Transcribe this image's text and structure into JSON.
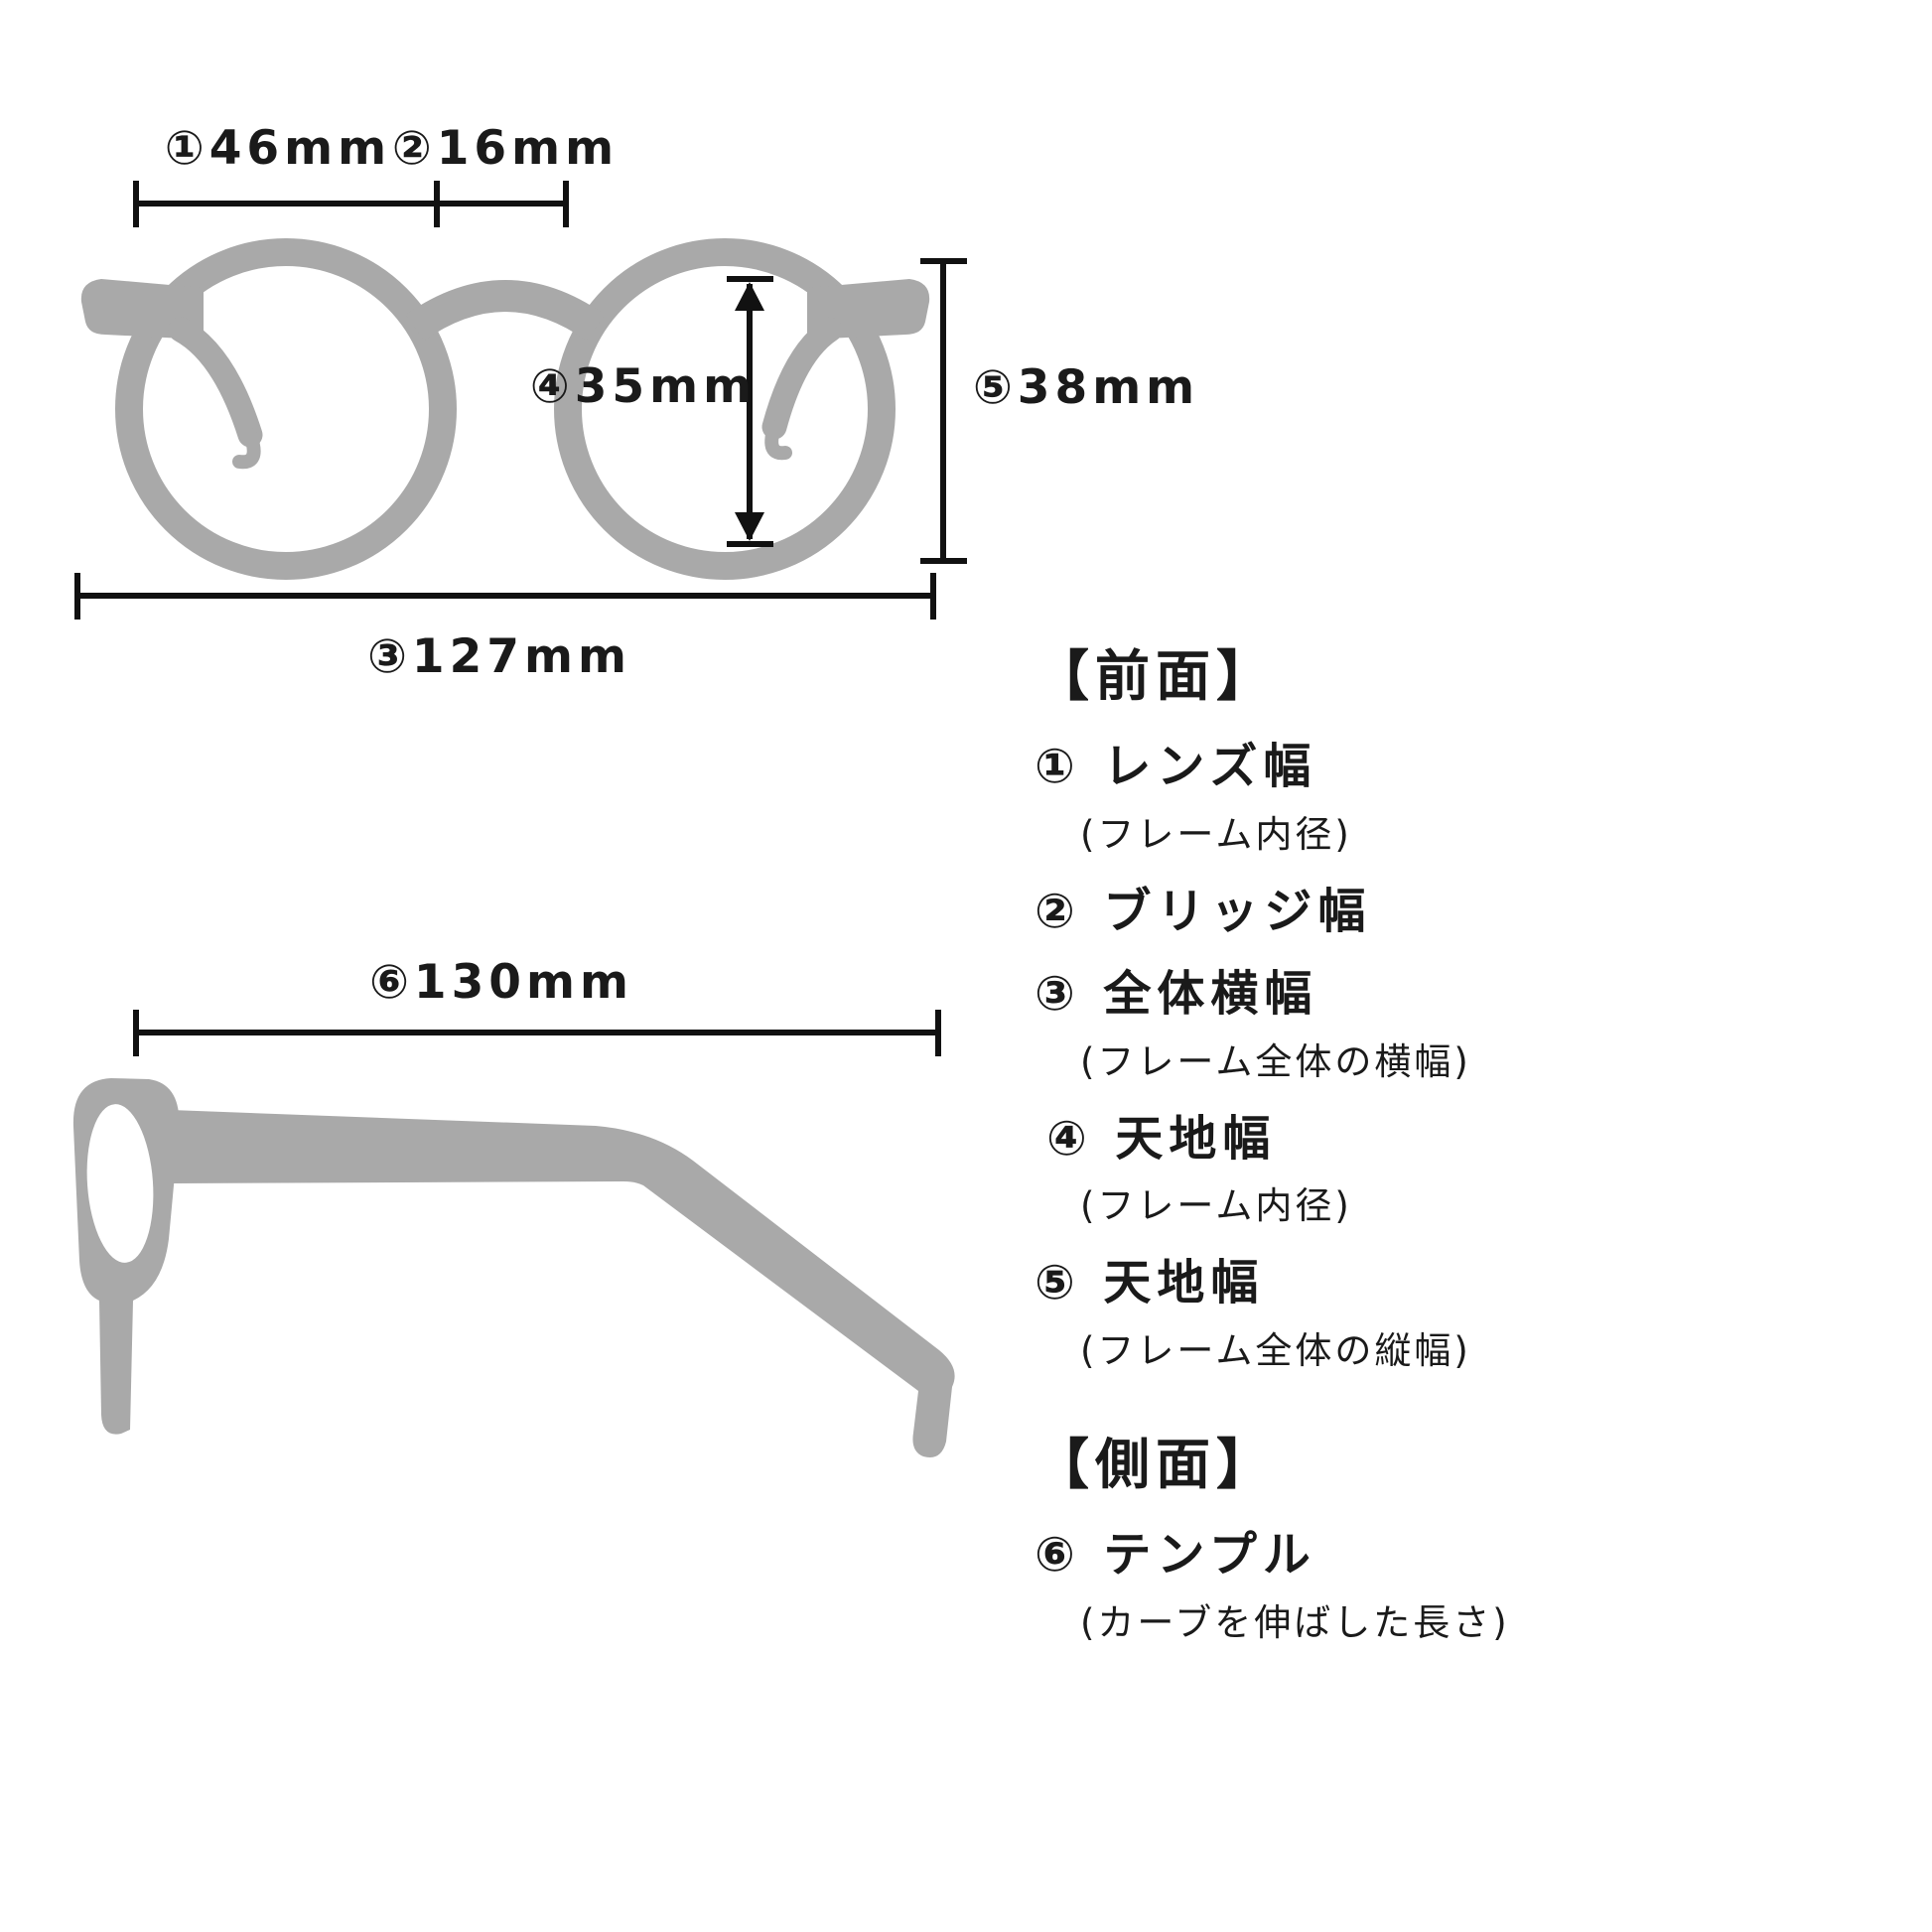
{
  "colors": {
    "background": "#ffffff",
    "silhouette": "#a9a9a9",
    "line": "#111111",
    "text": "#1a1a1a"
  },
  "front_view": {
    "lens_width_label": "①46mm",
    "bridge_width_label": "②16mm",
    "total_width_label": "③127mm",
    "lens_height_label": "④35mm",
    "frame_height_label": "⑤38mm"
  },
  "side_view": {
    "temple_length_label": "⑥130mm"
  },
  "legend": {
    "front_section_header": "【前面】",
    "front_items": [
      {
        "label": "① レンズ幅",
        "note": "(フレーム内径)"
      },
      {
        "label": "② ブリッジ幅",
        "note": ""
      },
      {
        "label": "③ 全体横幅",
        "note": "(フレーム全体の横幅)"
      },
      {
        "label": "④ 天地幅",
        "note": "(フレーム内径)"
      },
      {
        "label": "⑤ 天地幅",
        "note": "(フレーム全体の縦幅)"
      }
    ],
    "side_section_header": "【側面】",
    "side_items": [
      {
        "label": "⑥ テンプル",
        "note": "(カーブを伸ばした長さ)"
      }
    ]
  }
}
